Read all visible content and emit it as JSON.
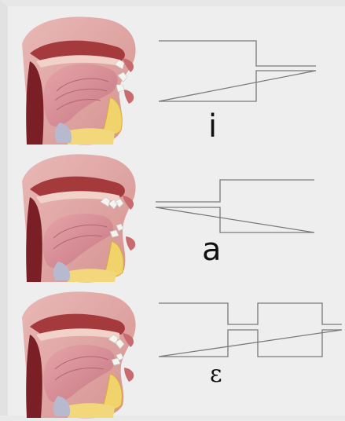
{
  "vowels": [
    {
      "label": "i"
    },
    {
      "label": "a"
    },
    {
      "label": "ɛ"
    }
  ]
}
